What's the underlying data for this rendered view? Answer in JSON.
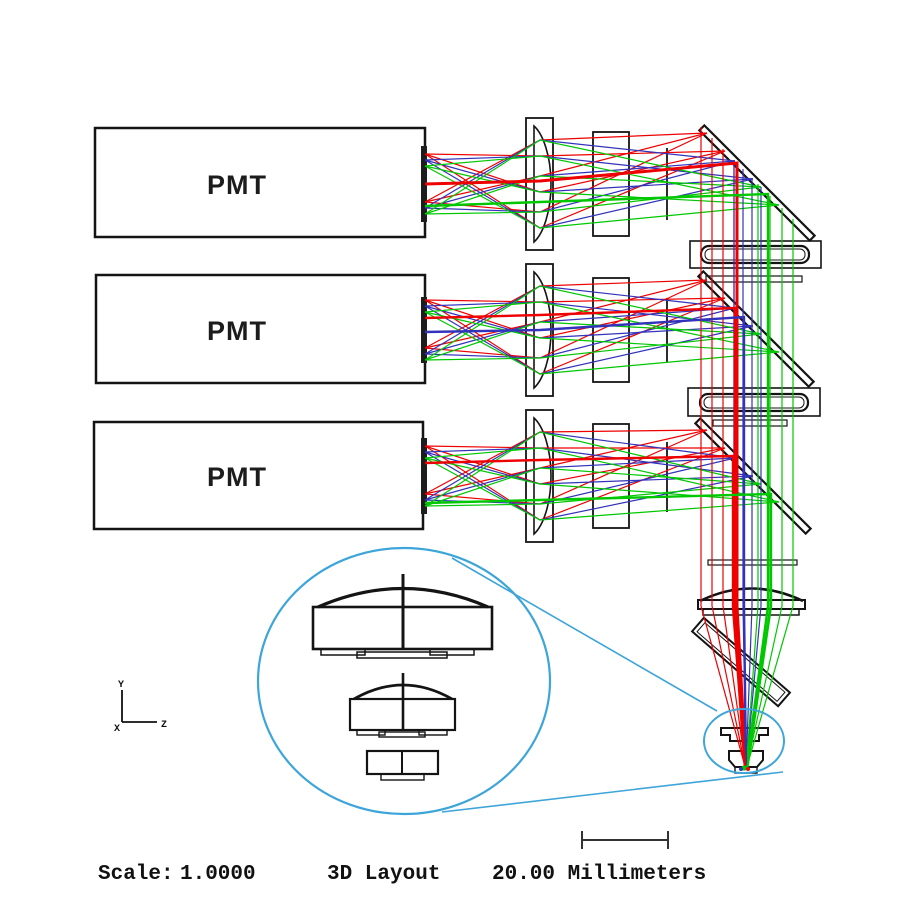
{
  "detectors": {
    "pmt_labels": [
      "PMT",
      "PMT",
      "PMT"
    ]
  },
  "footer": {
    "scale_label": "Scale:",
    "scale_value": "1.0000",
    "layout_label": "3D Layout",
    "dimension_label": "20.00 Millimeters"
  },
  "axis_indicator": {
    "up_label": "Y",
    "right_label": "Z",
    "origin_label": "X"
  },
  "colors": {
    "ray_red": "#ee0000",
    "ray_green": "#00c800",
    "ray_blue": "#3232bb",
    "highlight": "#3da5d9",
    "outline": "#141414"
  }
}
